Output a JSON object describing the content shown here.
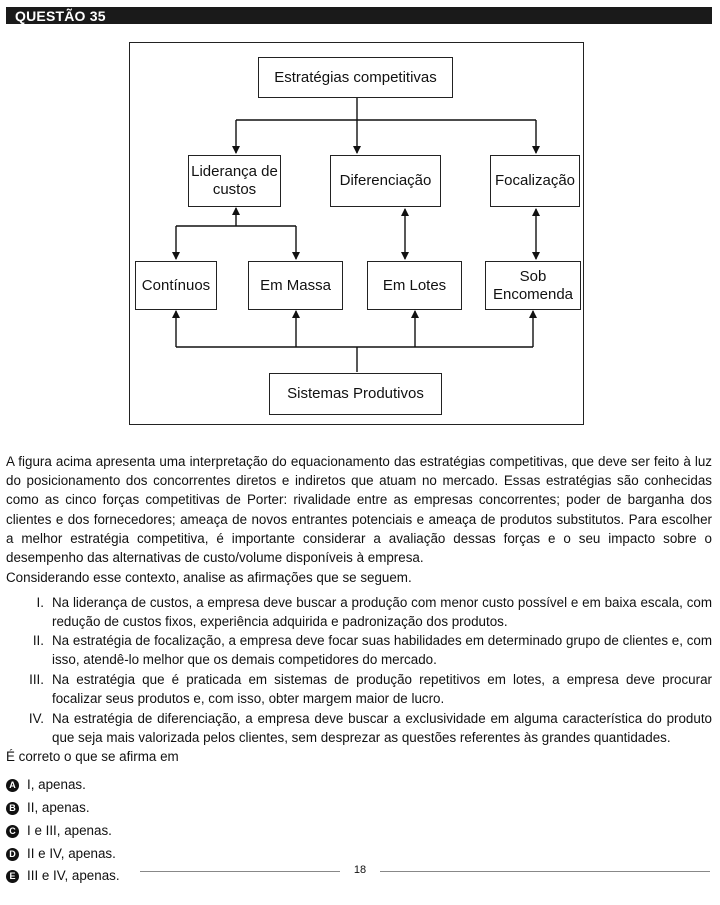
{
  "header": {
    "title": "QUESTÃO 35"
  },
  "diagram": {
    "top": "Estratégias competitivas",
    "strategies": [
      "Liderança de custos",
      "Diferenciação",
      "Focalização"
    ],
    "processes": [
      "Contínuos",
      "Em Massa",
      "Em Lotes",
      "Sob Encomenda"
    ],
    "bottom": "Sistemas Produtivos"
  },
  "text": {
    "intro": "A figura acima apresenta uma interpretação do equacionamento das estratégias competitivas, que deve ser feito à luz do posicionamento dos concorrentes diretos e indiretos que atuam no mercado. Essas estratégias são conhecidas como as cinco forças competitivas de Porter: rivalidade entre as empresas concorrentes; poder de barganha dos clientes e dos fornecedores; ameaça de novos entrantes potenciais e ameaça de produtos substitutos. Para escolher a melhor estratégia competitiva, é importante considerar a avaliação dessas forças e o seu impacto sobre o desempenho das alternativas de custo/volume disponíveis à empresa.",
    "prompt": "Considerando esse contexto, analise as afirmações que se seguem.",
    "close": "É correto o que se afirma em"
  },
  "statements": [
    {
      "num": "I.",
      "text": "Na liderança de custos, a empresa deve buscar a produção com menor custo possível e em baixa escala, com redução de custos fixos, experiência adquirida e padronização dos produtos."
    },
    {
      "num": "II.",
      "text": "Na estratégia de focalização, a empresa deve focar suas habilidades em determinado grupo de clientes e, com isso, atendê-lo melhor que os demais competidores do mercado."
    },
    {
      "num": "III.",
      "text": "Na estratégia que é praticada em sistemas de produção repetitivos em lotes, a empresa deve procurar focalizar seus produtos e, com isso, obter margem maior de lucro."
    },
    {
      "num": "IV.",
      "text": "Na estratégia de diferenciação, a empresa deve buscar a exclusividade em alguma característica do produto que seja mais valorizada pelos clientes, sem desprezar as questões referentes às grandes quantidades."
    }
  ],
  "alternatives": [
    {
      "letter": "A",
      "text": "I, apenas."
    },
    {
      "letter": "B",
      "text": "II, apenas."
    },
    {
      "letter": "C",
      "text": "I e III, apenas."
    },
    {
      "letter": "D",
      "text": "II e IV, apenas."
    },
    {
      "letter": "E",
      "text": "III e IV, apenas."
    }
  ],
  "footer": {
    "page": "18"
  }
}
